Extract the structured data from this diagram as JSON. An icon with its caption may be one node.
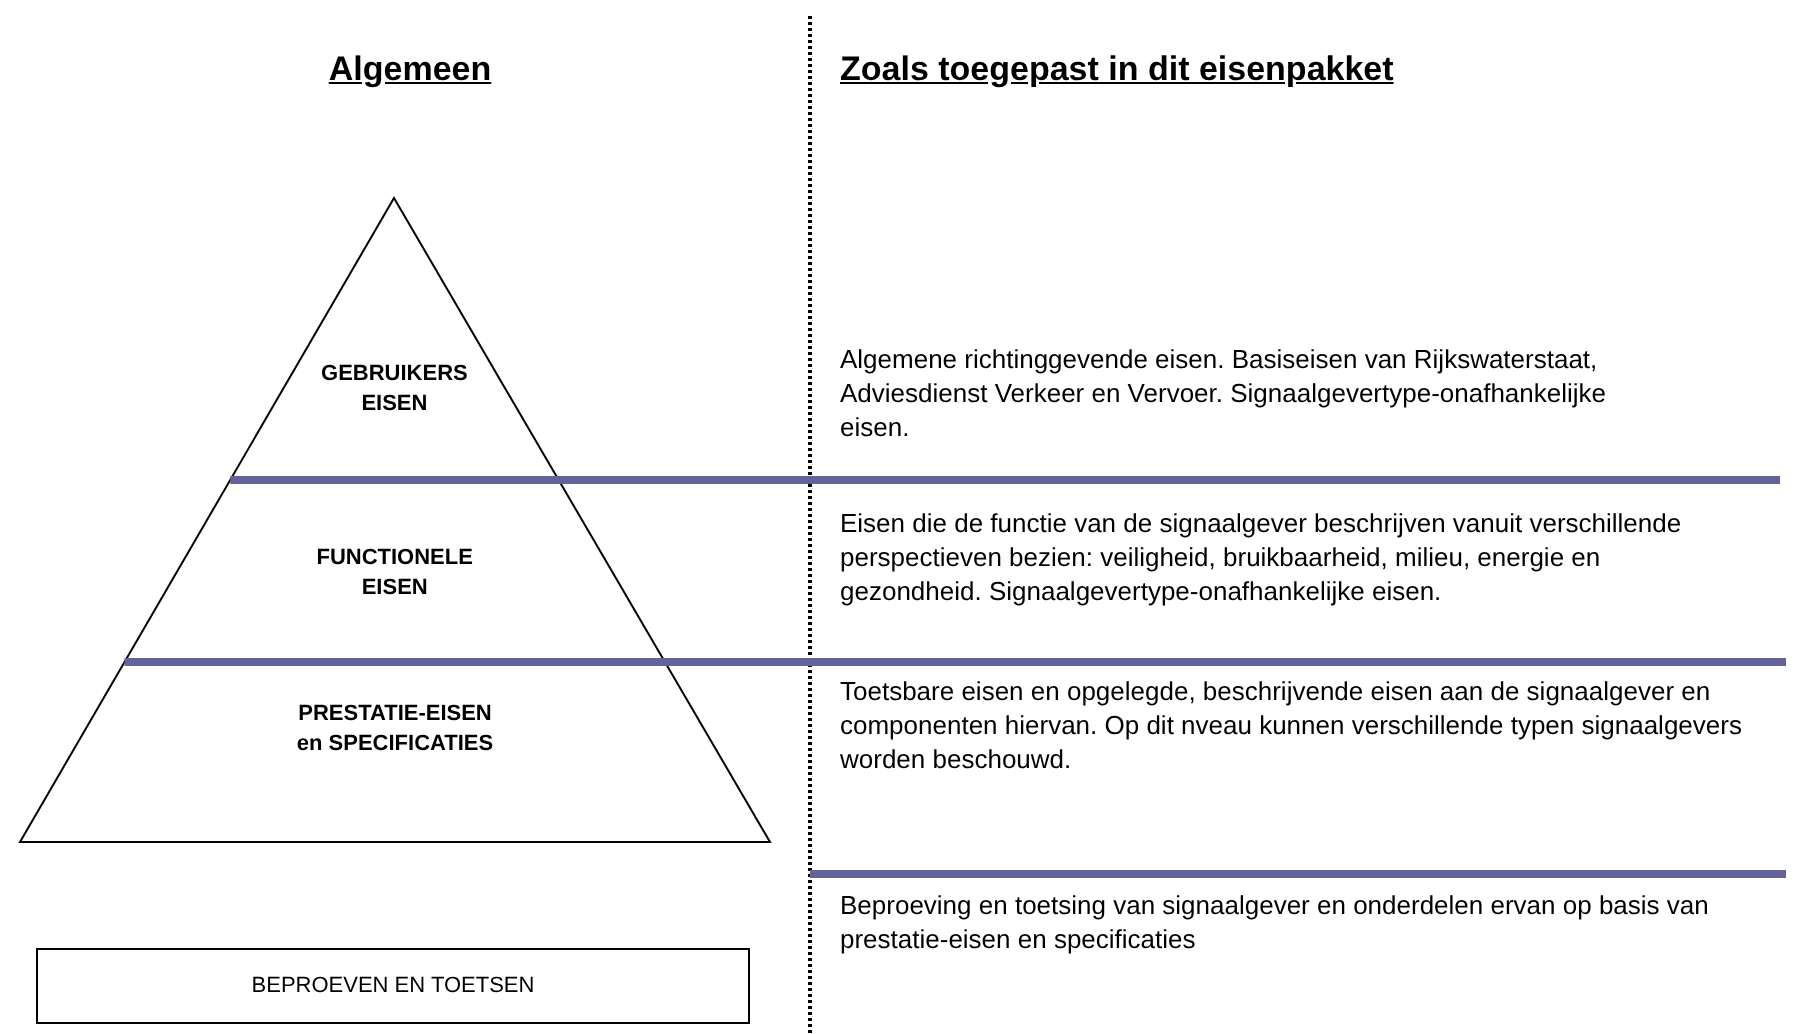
{
  "diagram": {
    "nodes": [
      {
        "text": [
          "GEBRUIKERS EISEN"
        ]
      },
      {
        "text": [
          "FUNCTIONELE EISEN"
        ]
      },
      {
        "text": [
          "PRESTATIE-EISEN en SPECIFICATIES"
        ]
      },
      {
        "text": [
          "BEPROEVEN EN TOETSEN"
        ]
      }
    ],
    "labels": [
      "Algemeen",
      "Zoals toegepast in dit eisenpakket",
      "Algemene richtinggevende eisen. Basiseisen van Rijkswaterstaat, Adviesdienst  Verkeer en Vervoer. Signaalgevertype-onafhankelijke eisen.",
      "Eisen die de functie van de signaalgever beschrijven vanuit verschillende perspectieven bezien: veiligheid, bruikbaarheid, milieu, energie en gezondheid. Signaalgevertype-onafhankelijke eisen.",
      "Toetsbare eisen en opgelegde, beschrijvende eisen aan de signaalgever en componenten hiervan. Op dit nveau kunnen verschillende typen signaalgevers worden beschouwd.",
      "Beproeving en toetsing van signaalgever en onderdelen ervan op basis van prestatie-eisen en specificaties"
    ]
  }
}
